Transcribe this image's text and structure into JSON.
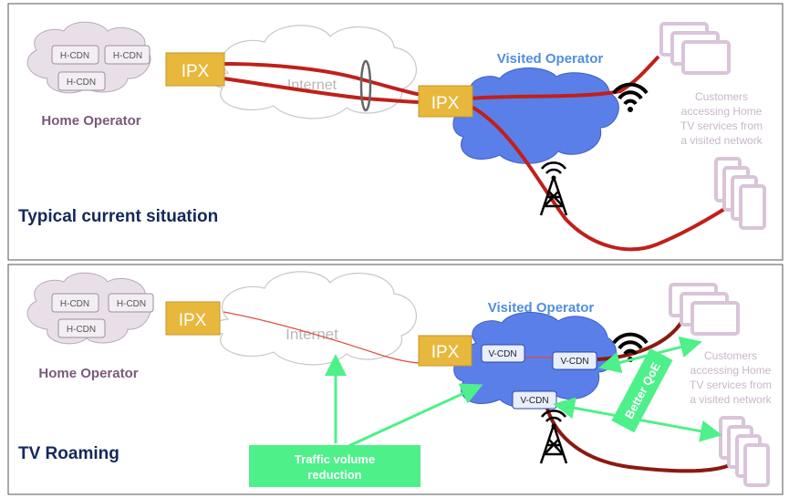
{
  "panels": [
    {
      "title": "Typical current situation",
      "home_operator": "Home Operator",
      "cdn_nodes": [
        "H-CDN",
        "H-CDN",
        "H-CDN"
      ],
      "ipx_left": "IPX",
      "ipx_right": "IPX",
      "internet": "Internet",
      "visited_operator": "Visited Operator",
      "customers": [
        "Customers",
        "accessing Home",
        "TV services from",
        "a visited network"
      ]
    },
    {
      "title": "TV Roaming",
      "home_operator": "Home Operator",
      "cdn_nodes": [
        "H-CDN",
        "H-CDN",
        "H-CDN"
      ],
      "vcdn_nodes": [
        "V-CDN",
        "V-CDN",
        "V-CDN"
      ],
      "ipx_left": "IPX",
      "ipx_right": "IPX",
      "internet": "Internet",
      "visited_operator": "Visited Operator",
      "customers": [
        "Customers",
        "accessing Home",
        "TV services from",
        "a visited network"
      ],
      "traffic_label": [
        "Traffic volume",
        "reduction"
      ],
      "qoe_label": "Better QoE"
    }
  ],
  "colors": {
    "title": "#14285c",
    "home_operator": "#7a5a7a",
    "visited_operator": "#4f8ee0",
    "link_red": "#c0201a",
    "link_dark": "#8b1a12",
    "ipx_box": "#e8b83c",
    "cloud_blue": "#5b7fe8",
    "green": "#4ef08a",
    "device": "#d9c4d9"
  }
}
